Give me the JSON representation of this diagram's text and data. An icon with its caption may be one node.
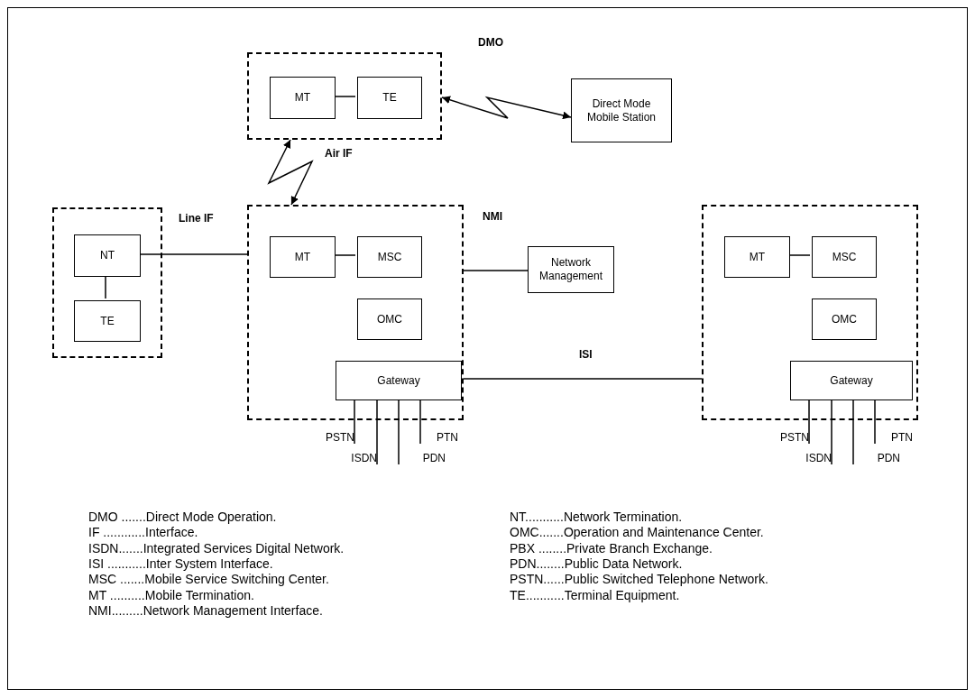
{
  "diagram": {
    "nodes": [
      {
        "text": [],
        "shape": "box"
      },
      {
        "text": [
          "MT"
        ],
        "in": 0
      },
      {
        "text": [
          "TE"
        ],
        "in": 0
      },
      {
        "text": [
          "Direct Mode Mobile Station"
        ]
      },
      {
        "text": [],
        "shape": "box"
      },
      {
        "text": [
          "NT"
        ],
        "in": 4
      },
      {
        "text": [
          "TE"
        ],
        "in": 4
      },
      {
        "text": [],
        "shape": "box"
      },
      {
        "text": [
          "MT"
        ],
        "in": 7
      },
      {
        "text": [
          "MSC"
        ],
        "in": 7
      },
      {
        "text": [
          "OMC"
        ],
        "in": 7
      },
      {
        "text": [
          "Gateway"
        ],
        "in": 7
      },
      {
        "text": [
          "Network Management"
        ]
      },
      {
        "text": [],
        "shape": "box"
      },
      {
        "text": [
          "MT"
        ],
        "in": 13
      },
      {
        "text": [
          "MSC"
        ],
        "in": 13
      },
      {
        "text": [
          "OMC"
        ],
        "in": 13
      },
      {
        "text": [
          "Gateway"
        ],
        "in": 13
      },
      {
        "text": [
          "PSTN"
        ]
      },
      {
        "text": [
          "ISDN"
        ]
      },
      {
        "text": [
          "PDN"
        ]
      },
      {
        "text": [
          "PTN"
        ]
      },
      {
        "text": [
          "PSTN"
        ]
      },
      {
        "text": [
          "ISDN"
        ]
      },
      {
        "text": [
          "PDN"
        ]
      },
      {
        "text": [
          "PTN"
        ]
      }
    ],
    "edges": [
      {
        "from": 1,
        "to": 2,
        "arrow": "none"
      },
      {
        "from": 0,
        "to": 3,
        "arrow": "both",
        "label": "DMO"
      },
      {
        "from": 0,
        "to": 7,
        "arrow": "both",
        "label": "Air IF"
      },
      {
        "from": 5,
        "to": 6,
        "arrow": "none"
      },
      {
        "from": 5,
        "to": 7,
        "arrow": "none",
        "label": "Line IF"
      },
      {
        "from": 8,
        "to": 9,
        "arrow": "none"
      },
      {
        "from": 7,
        "to": 12,
        "arrow": "none",
        "label": "NMI"
      },
      {
        "from": 7,
        "to": 13,
        "arrow": "none",
        "label": "ISI"
      },
      {
        "from": 14,
        "to": 15,
        "arrow": "none"
      },
      {
        "from": 11,
        "to": 18,
        "arrow": "none"
      },
      {
        "from": 11,
        "to": 19,
        "arrow": "none"
      },
      {
        "from": 11,
        "to": 20,
        "arrow": "none"
      },
      {
        "from": 11,
        "to": 21,
        "arrow": "none"
      },
      {
        "from": 17,
        "to": 22,
        "arrow": "none"
      },
      {
        "from": 17,
        "to": 23,
        "arrow": "none"
      },
      {
        "from": 17,
        "to": 24,
        "arrow": "none"
      },
      {
        "from": 17,
        "to": 25,
        "arrow": "none"
      }
    ],
    "labels": [
      "DMO .......Direct Mode Operation.",
      "IF ............Interface.",
      "ISDN.......Integrated Services Digital Network.",
      "ISI ...........Inter System Interface.",
      "MSC .......Mobile Service Switching Center.",
      "MT ..........Mobile Termination.",
      "NMI.........Network Management Interface.",
      "NT...........Network Termination.",
      "OMC.......Operation and Maintenance Center.",
      "PBX ........Private Branch Exchange.",
      "PDN........Public Data Network.",
      "PSTN......Public Switched Telephone Network.",
      "TE...........Terminal Equipment."
    ]
  }
}
